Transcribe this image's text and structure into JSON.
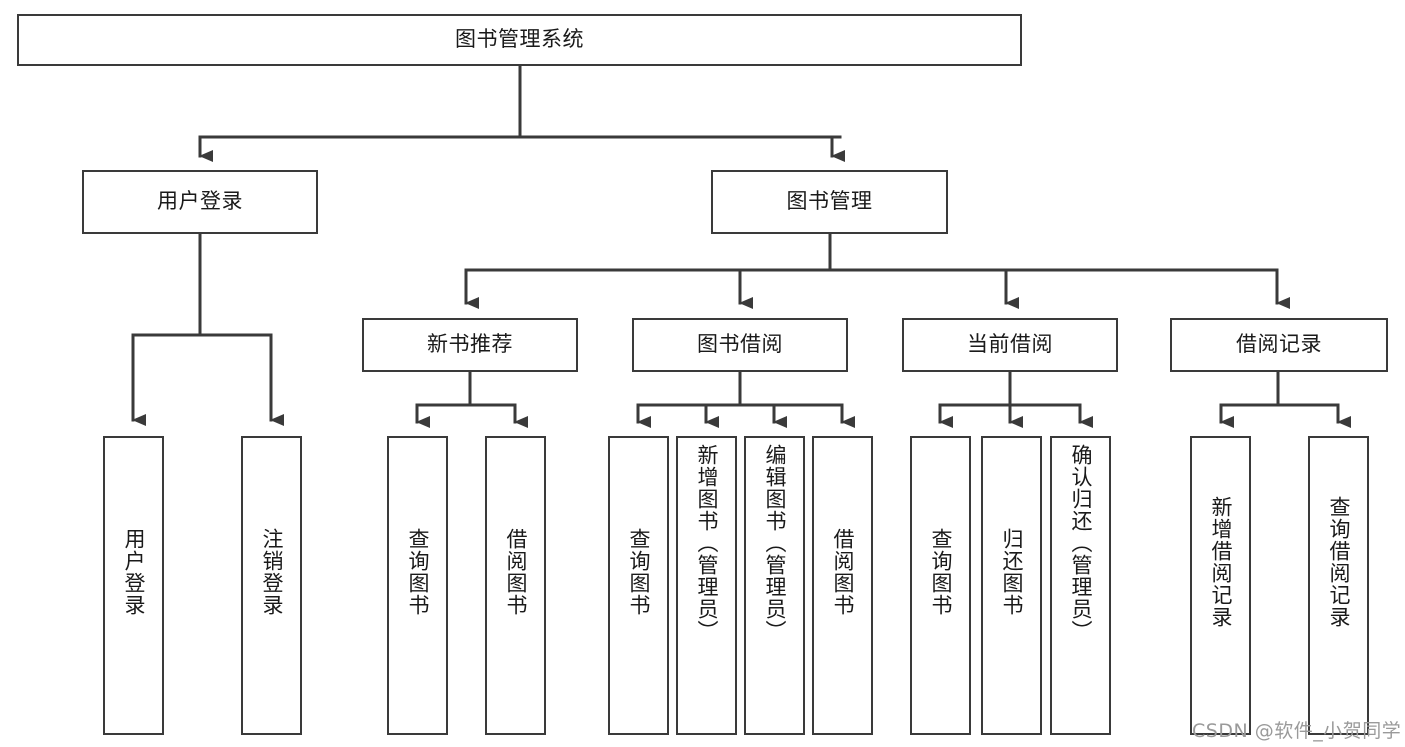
{
  "diagram": {
    "type": "hierarchy-tree",
    "title": "图书管理系统",
    "watermark": "CSDN @软件_小贺同学",
    "colors": {
      "box_border": "#3a3a3a",
      "box_fill": "#ffffff",
      "connector": "#3a3a3a",
      "text": "#1a1a1a",
      "watermark": "#9a9a9a"
    },
    "root": {
      "label": "图书管理系统"
    },
    "level1": [
      {
        "label": "用户登录"
      },
      {
        "label": "图书管理"
      }
    ],
    "level2": [
      {
        "label": "新书推荐"
      },
      {
        "label": "图书借阅"
      },
      {
        "label": "当前借阅"
      },
      {
        "label": "借阅记录"
      }
    ],
    "leaves": {
      "user_login": [
        {
          "label": "用户登录"
        },
        {
          "label": "注销登录"
        }
      ],
      "new_book": [
        {
          "label": "查询图书"
        },
        {
          "label": "借阅图书"
        }
      ],
      "borrow_book": [
        {
          "label": "查询图书"
        },
        {
          "label": "新增图书（管理员）"
        },
        {
          "label": "编辑图书（管理员）"
        },
        {
          "label": "借阅图书"
        }
      ],
      "current_borrow": [
        {
          "label": "查询图书"
        },
        {
          "label": "归还图书"
        },
        {
          "label": "确认归还（管理员）"
        }
      ],
      "borrow_record": [
        {
          "label": "新增借阅记录"
        },
        {
          "label": "查询借阅记录"
        }
      ]
    }
  }
}
